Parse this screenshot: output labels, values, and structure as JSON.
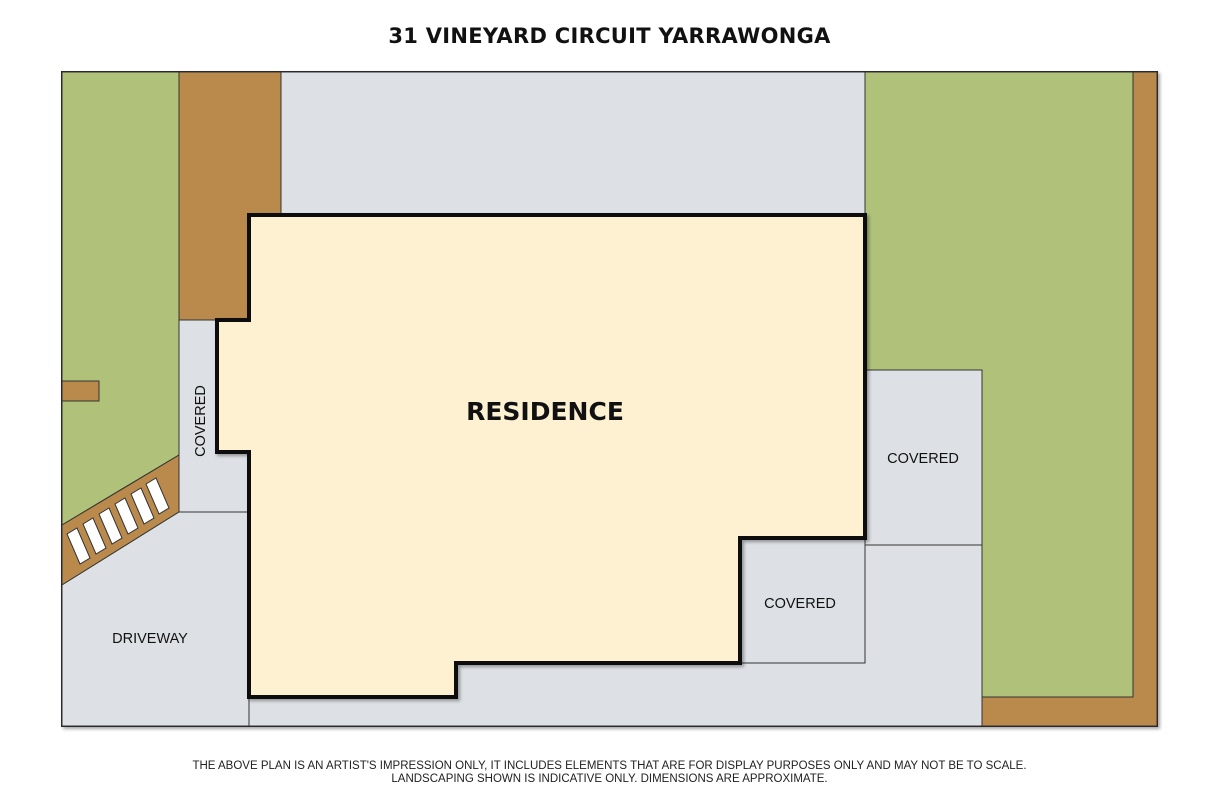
{
  "title": "31 VINEYARD CIRCUIT YARRAWONGA",
  "labels": {
    "residence": "RESIDENCE",
    "covered_left": "COVERED",
    "covered_right": "COVERED",
    "covered_lower": "COVERED",
    "driveway": "DRIVEWAY"
  },
  "disclaimer": {
    "line1": "THE ABOVE PLAN IS AN ARTIST'S IMPRESSION ONLY, IT INCLUDES ELEMENTS THAT ARE FOR DISPLAY PURPOSES ONLY AND MAY NOT BE TO SCALE.",
    "line2": "LANDSCAPING SHOWN IS INDICATIVE ONLY. DIMENSIONS ARE APPROXIMATE."
  },
  "colors": {
    "lawn": "#b0c27a",
    "garden_bed": "#b98a4c",
    "paving": "#dde1e5",
    "residence": "#fdf1d2",
    "outline": "#111111"
  }
}
